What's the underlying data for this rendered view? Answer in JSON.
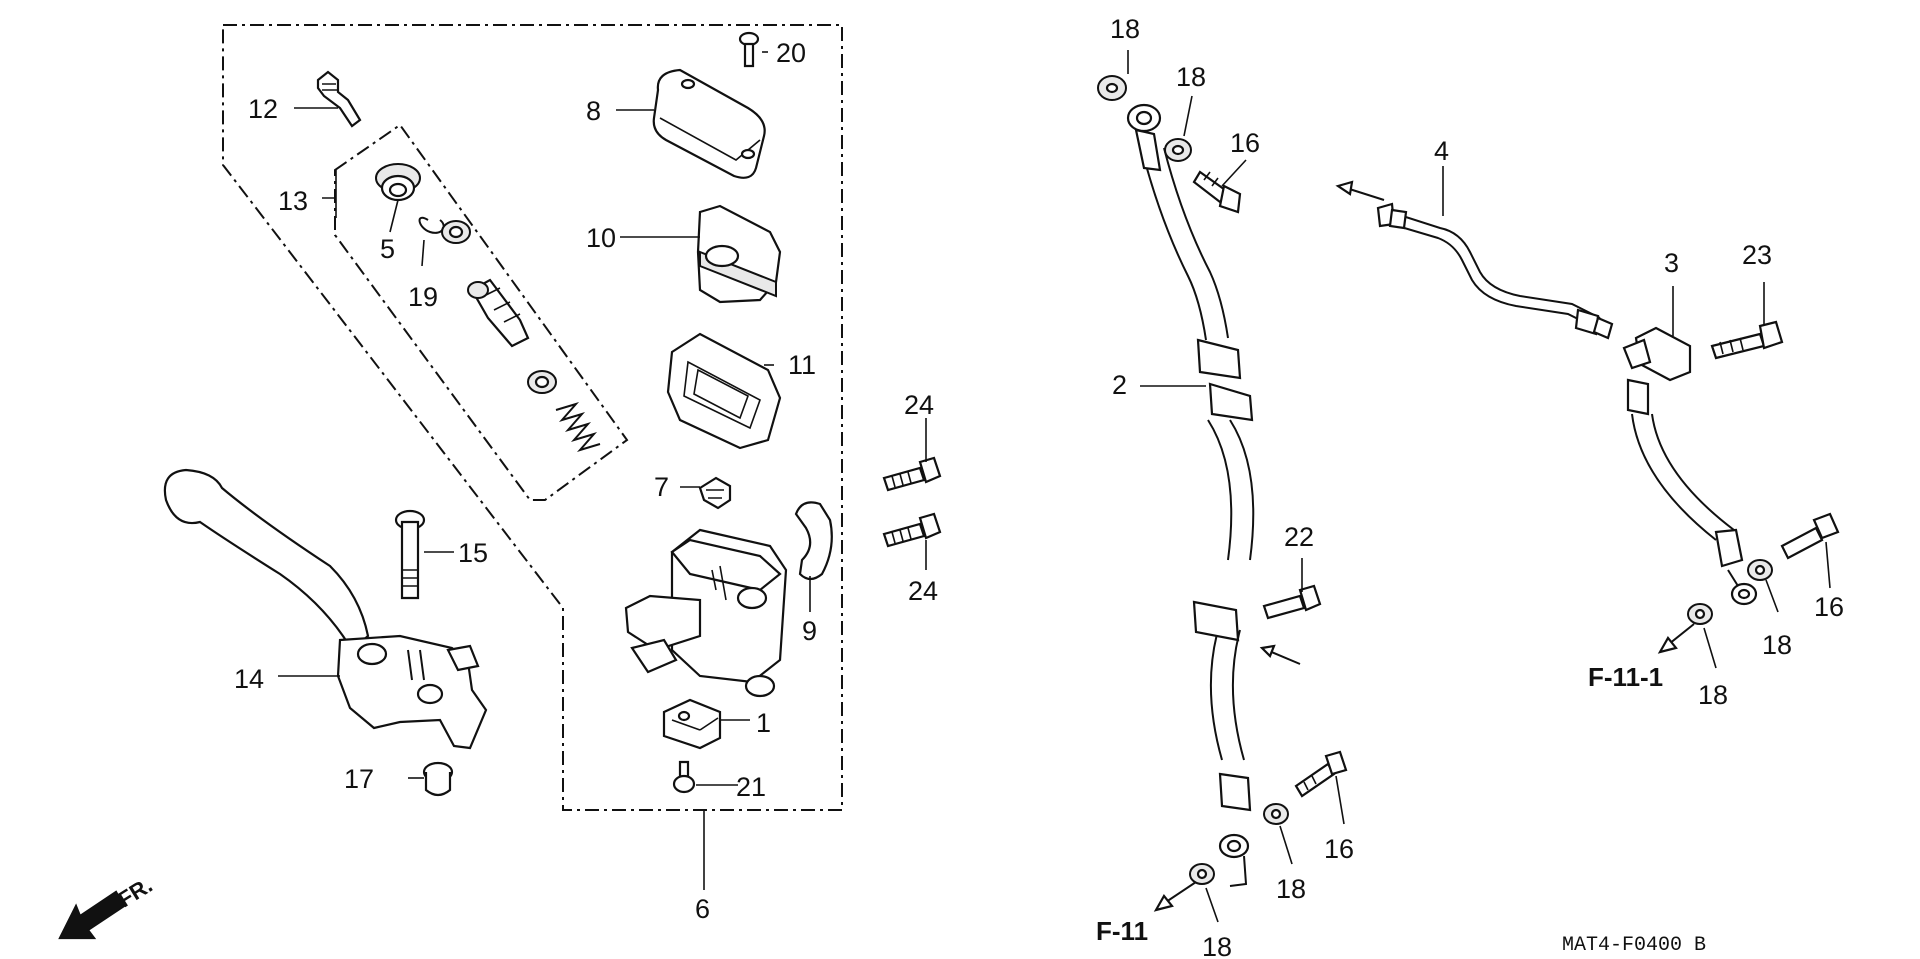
{
  "callouts": {
    "c1": "1",
    "c2": "2",
    "c3": "3",
    "c4": "4",
    "c5": "5",
    "c6": "6",
    "c7": "7",
    "c8": "8",
    "c9": "9",
    "c10": "10",
    "c11": "11",
    "c12": "12",
    "c13": "13",
    "c14": "14",
    "c15": "15",
    "c16a": "16",
    "c16b": "16",
    "c16c": "16",
    "c17": "17",
    "c18a": "18",
    "c18b": "18",
    "c18c": "18",
    "c18d": "18",
    "c18e": "18",
    "c18f": "18",
    "c19": "19",
    "c20": "20",
    "c21": "21",
    "c22": "22",
    "c23": "23",
    "c24a": "24",
    "c24b": "24"
  },
  "references": {
    "f11": "F-11",
    "f11_1": "F-11-1"
  },
  "direction_label": "FR.",
  "diagram_code": "MAT4-F0400 B"
}
